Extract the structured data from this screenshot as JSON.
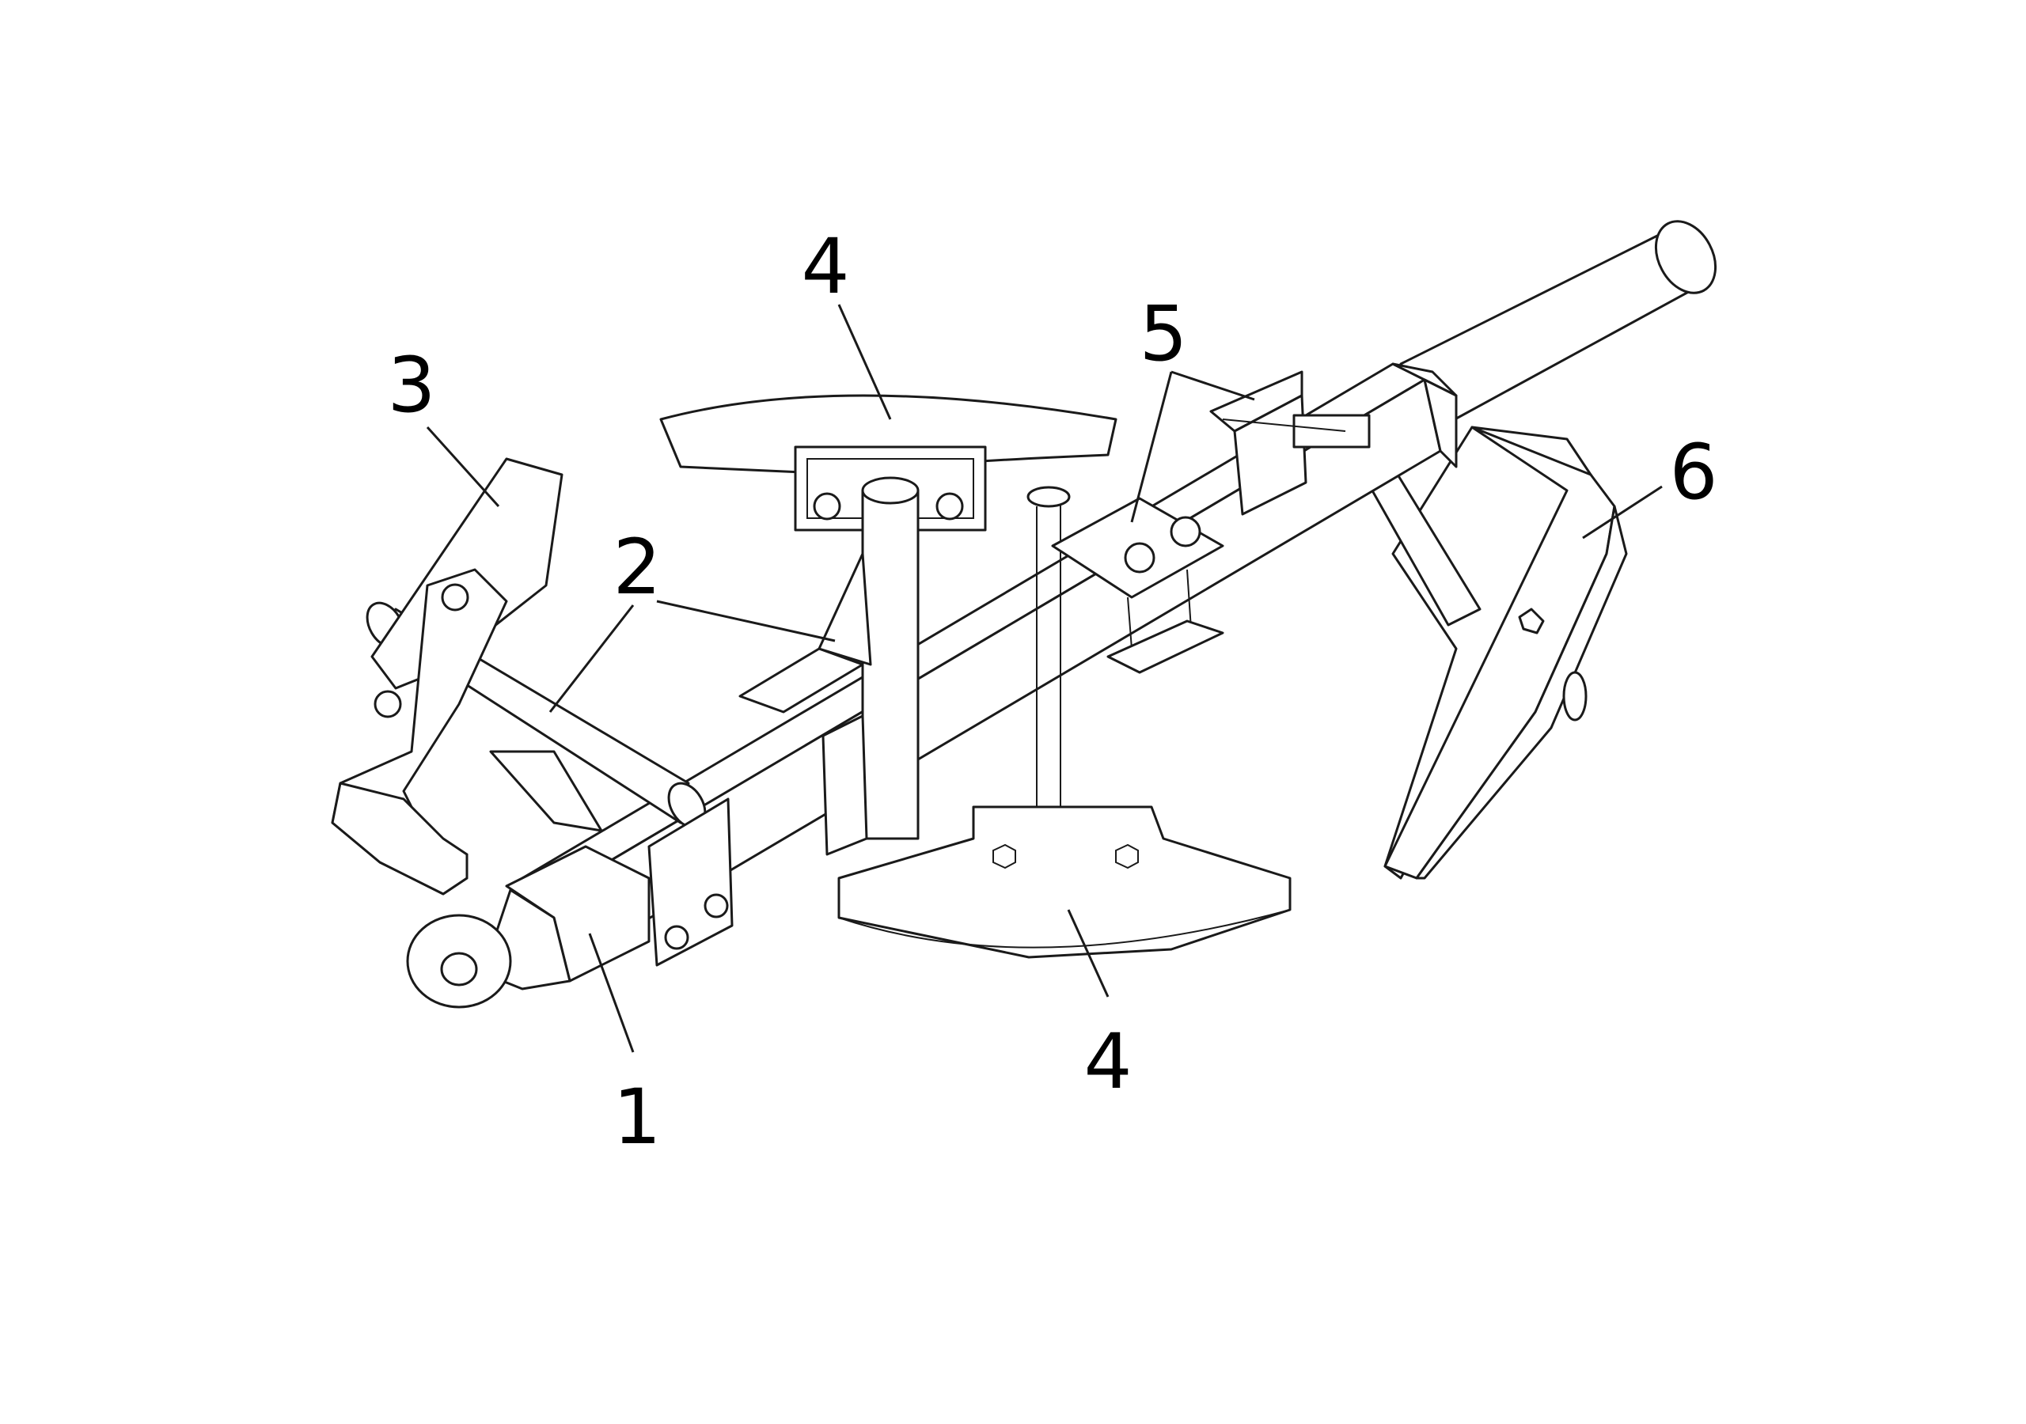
{
  "callouts": [
    {
      "id": "frame",
      "label": "1"
    },
    {
      "id": "support-tube",
      "label": "2"
    },
    {
      "id": "left-plow-body",
      "label": "3"
    },
    {
      "id": "hiller-wing-top",
      "label": "4"
    },
    {
      "id": "hiller-wing-bottom",
      "label": "4"
    },
    {
      "id": "mounting-clamps",
      "label": "5"
    },
    {
      "id": "right-plow-body",
      "label": "6"
    }
  ],
  "colors": {
    "line": "#1a1a1a",
    "fill": "#ffffff",
    "text": "#000000"
  }
}
